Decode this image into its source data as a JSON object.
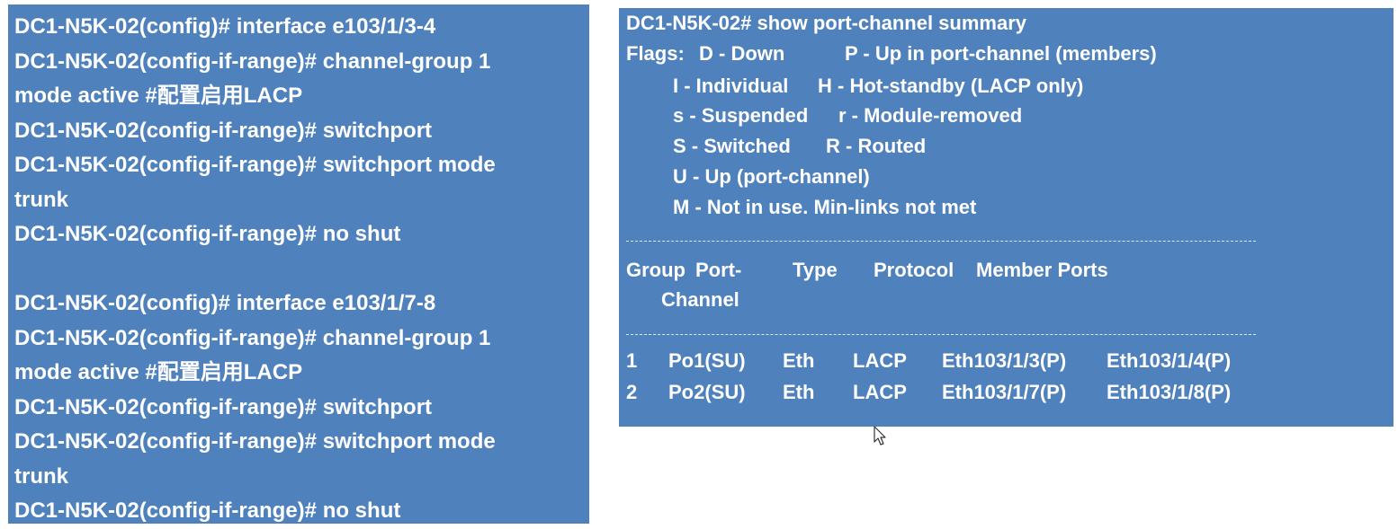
{
  "left_panel": {
    "lines": [
      "DC1-N5K-02(config)# interface e103/1/3-4",
      "DC1-N5K-02(config-if-range)#  channel-group  1",
      "mode active  #配置启用LACP",
      "DC1-N5K-02(config-if-range)# switchport",
      "DC1-N5K-02(config-if-range)# switchport mode",
      "trunk",
      "DC1-N5K-02(config-if-range)# no shut",
      "",
      "DC1-N5K-02(config)# interface e103/1/7-8",
      "DC1-N5K-02(config-if-range)#  channel-group  1",
      "mode active   #配置启用LACP",
      "DC1-N5K-02(config-if-range)# switchport",
      "DC1-N5K-02(config-if-range)# switchport mode",
      "trunk",
      "DC1-N5K-02(config-if-range)# no shut"
    ]
  },
  "right_panel": {
    "command": "DC1-N5K-02# show port-channel summary",
    "flags_label": "Flags:",
    "flags": {
      "d": "D - Down",
      "p": "P - Up in port-channel (members)",
      "i": "I - Individual",
      "h": "H - Hot-standby (LACP only)",
      "s_lower": "s - Suspended",
      "r_lower": "r - Module-removed",
      "s_upper": "S - Switched",
      "r_upper": "R - Routed",
      "u": "U - Up (port-channel)",
      "m": "M - Not in use. Min-links not met"
    },
    "separator": "--------------------------------------------------------------------------------",
    "headers": {
      "group": "Group",
      "port_channel_1": "Port-",
      "port_channel_2": "Channel",
      "type": "Type",
      "protocol": "Protocol",
      "member_ports": "Member Ports"
    },
    "rows": [
      {
        "group": "1",
        "port_channel": "Po1(SU)",
        "type": "Eth",
        "protocol": "LACP",
        "member1": "Eth103/1/3(P)",
        "member2": "Eth103/1/4(P)"
      },
      {
        "group": "2",
        "port_channel": "Po2(SU)",
        "type": "Eth",
        "protocol": "LACP",
        "member1": "Eth103/1/7(P)",
        "member2": "Eth103/1/8(P)"
      }
    ]
  },
  "colors": {
    "panel_background": "#4f81bd",
    "text": "#ffffff"
  },
  "icons": {
    "cursor": "mouse-pointer-icon"
  }
}
